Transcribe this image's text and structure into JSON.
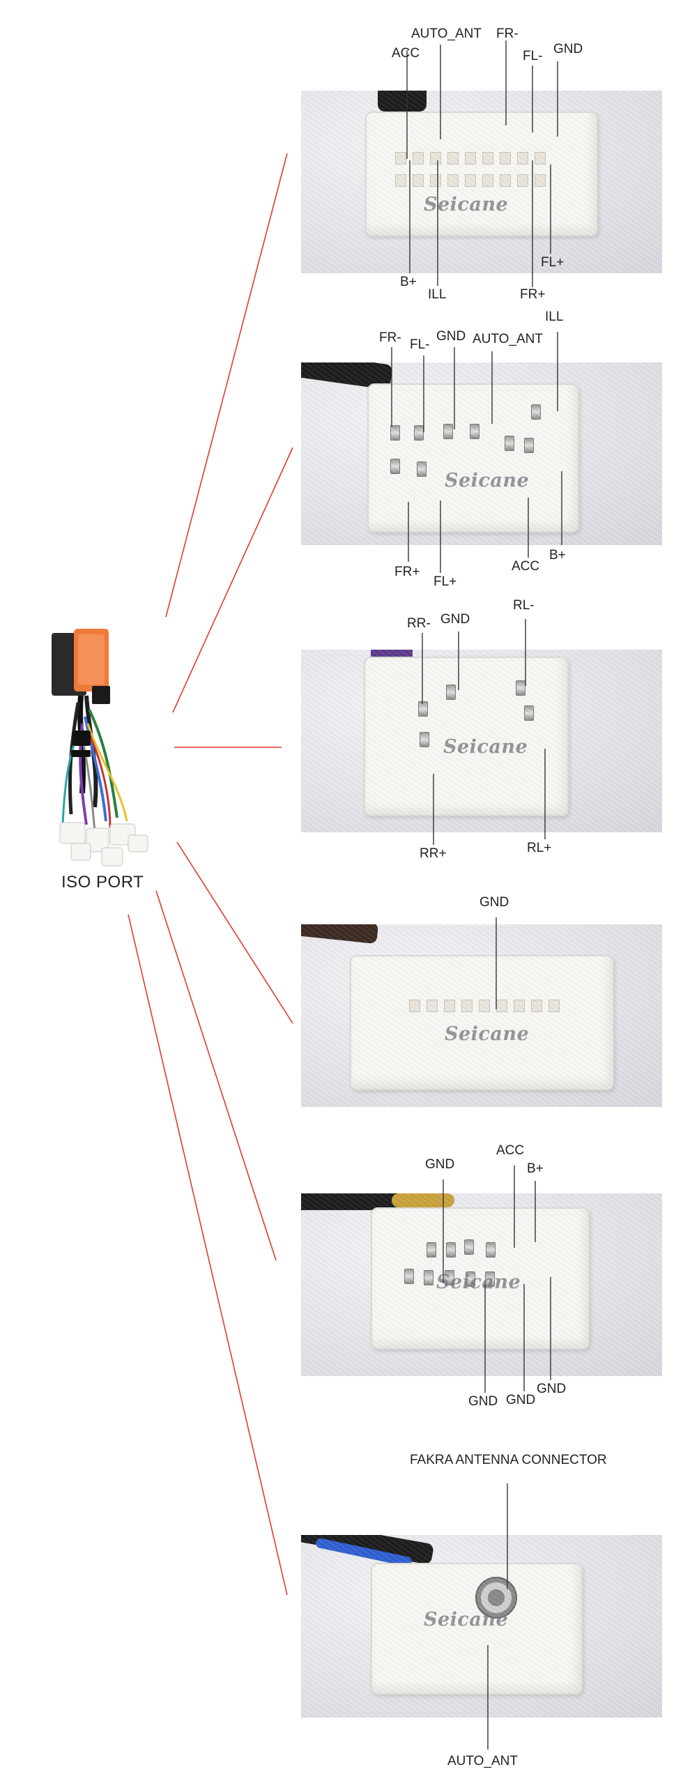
{
  "iso": {
    "title": "ISO PORT"
  },
  "watermark": "Seicane",
  "connectors": [
    {
      "id": "c1",
      "labels": {
        "auto_ant": "AUTO_ANT",
        "fr_minus": "FR-",
        "acc": "ACC",
        "fl_minus": "FL-",
        "gnd": "GND",
        "b_plus": "B+",
        "ill": "ILL",
        "fr_plus": "FR+",
        "fl_plus": "FL+"
      }
    },
    {
      "id": "c2",
      "labels": {
        "ill": "ILL",
        "fr_minus": "FR-",
        "fl_minus": "FL-",
        "gnd": "GND",
        "auto_ant": "AUTO_ANT",
        "fr_plus": "FR+",
        "fl_plus": "FL+",
        "acc": "ACC",
        "b_plus": "B+"
      }
    },
    {
      "id": "c3",
      "labels": {
        "rl_minus": "RL-",
        "rr_minus": "RR-",
        "gnd": "GND",
        "rr_plus": "RR+",
        "rl_plus": "RL+"
      }
    },
    {
      "id": "c4",
      "labels": {
        "gnd": "GND"
      }
    },
    {
      "id": "c5",
      "labels": {
        "acc": "ACC",
        "gnd_top": "GND",
        "b_plus": "B+",
        "gnd_1": "GND",
        "gnd_2": "GND",
        "gnd_3": "GND"
      }
    },
    {
      "id": "c6",
      "labels": {
        "fakra": "FAKRA ANTENNA CONNECTOR",
        "auto_ant": "AUTO_ANT"
      }
    }
  ],
  "colors": {
    "callout_line": "#e23a2a",
    "pointer_line": "#333333",
    "module": "#ef7a3a"
  }
}
